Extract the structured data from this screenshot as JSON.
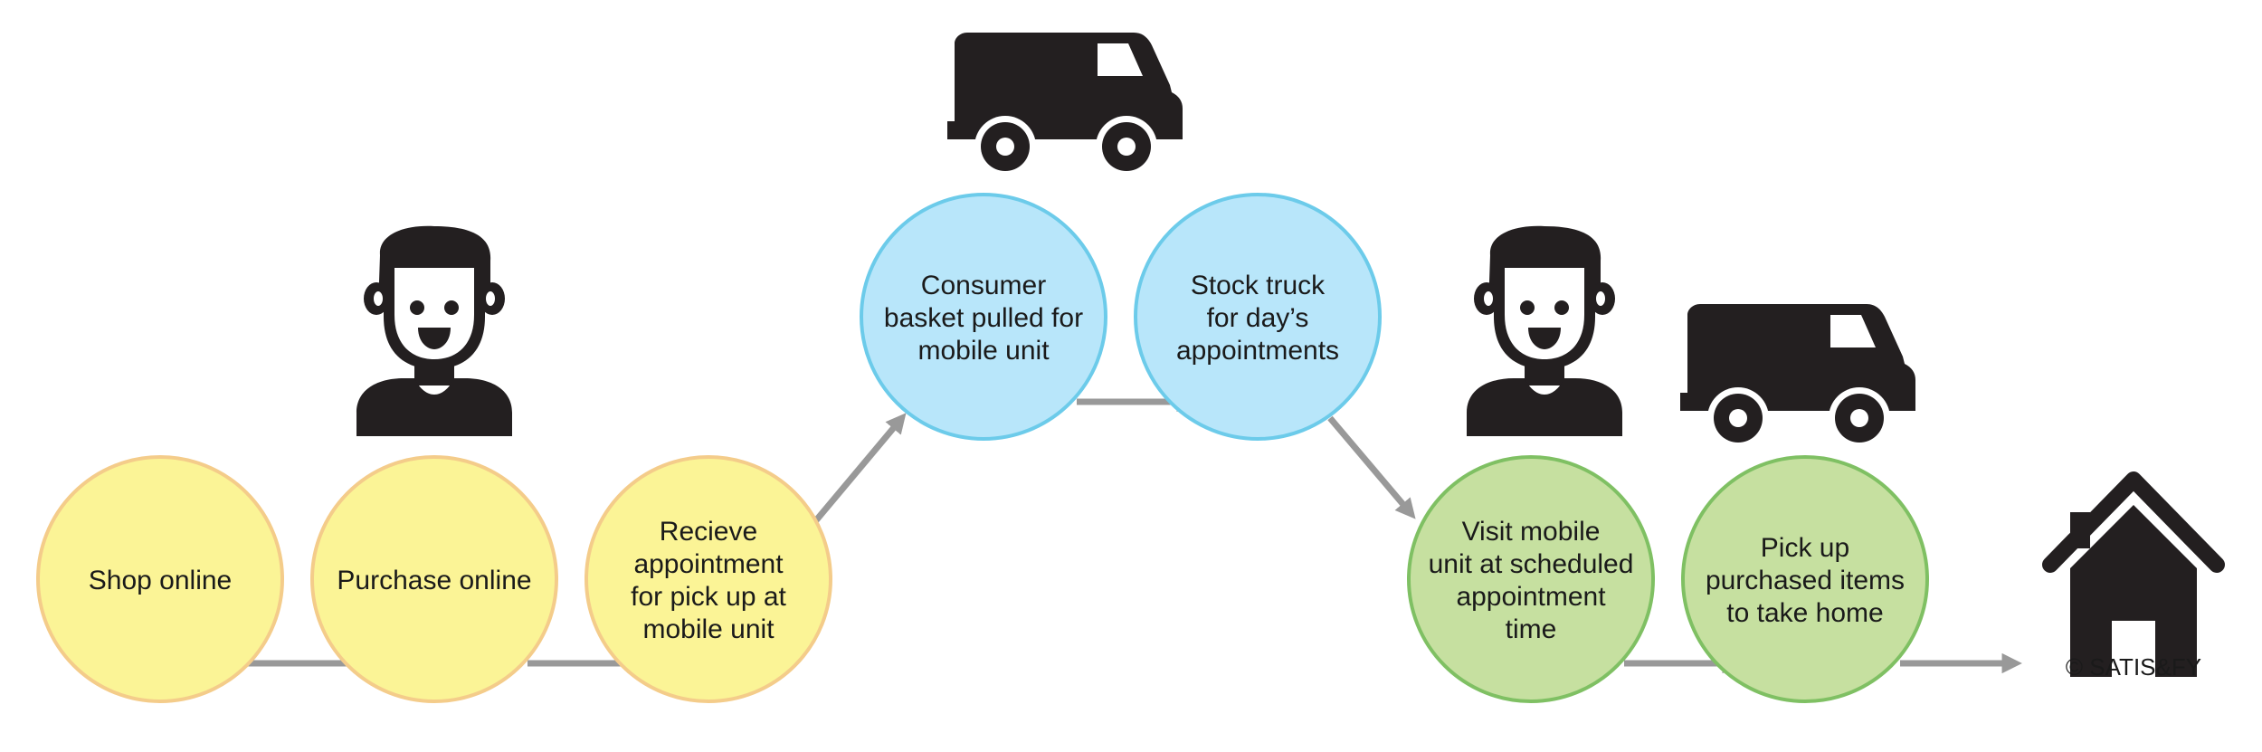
{
  "colors": {
    "yellow_fill": "#fbf496",
    "yellow_stroke": "#f4cc8a",
    "blue_fill": "#b8e6fa",
    "blue_stroke": "#6ccbea",
    "green_fill": "#c6e0a0",
    "green_stroke": "#7fc063",
    "arrow": "#999999",
    "icon": "#231f20"
  },
  "steps": [
    {
      "lines": [
        "Shop online"
      ],
      "color": "yellow"
    },
    {
      "lines": [
        "Purchase online"
      ],
      "color": "yellow"
    },
    {
      "lines": [
        "Recieve",
        "appointment",
        "for pick up at",
        "mobile unit"
      ],
      "color": "yellow"
    },
    {
      "lines": [
        "Consumer",
        "basket pulled for",
        "mobile unit"
      ],
      "color": "blue"
    },
    {
      "lines": [
        "Stock truck",
        "for day’s",
        "appointments"
      ],
      "color": "blue"
    },
    {
      "lines": [
        "Visit mobile",
        "unit at scheduled",
        "appointment",
        "time"
      ],
      "color": "green"
    },
    {
      "lines": [
        "Pick up",
        "purchased items",
        "to take home"
      ],
      "color": "green"
    }
  ],
  "icons": {
    "person": "person-icon",
    "truck": "truck-icon",
    "house": "house-icon"
  },
  "copyright": "© SATIS&FY"
}
